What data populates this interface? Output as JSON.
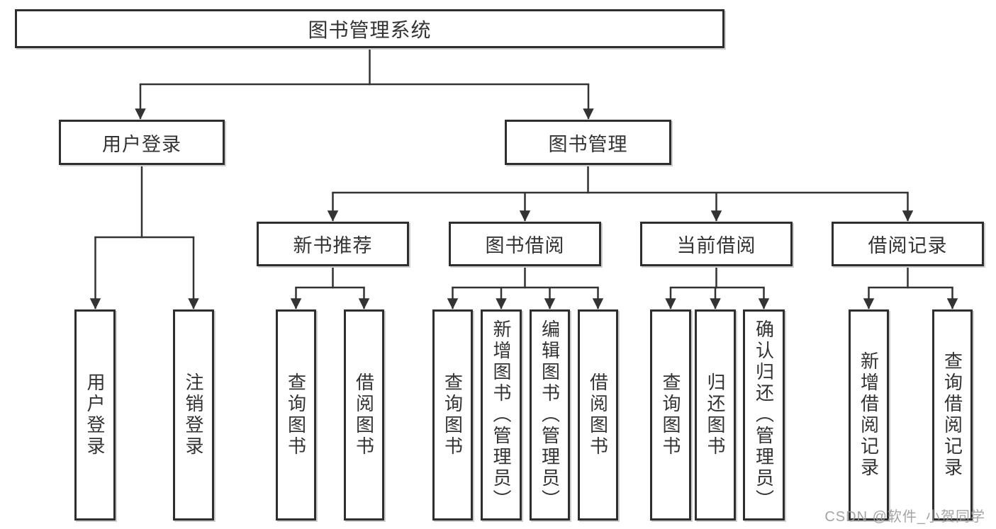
{
  "colors": {
    "line": "#333333",
    "box_border": "#2e2e2e",
    "box_fill": "#ffffff",
    "text": "#333333",
    "watermark_text_color": "#9b9b9b"
  },
  "tree": {
    "root": {
      "label": "图书管理系统"
    },
    "branches": [
      {
        "label": "用户登录",
        "children": [
          {
            "label": "用户登录"
          },
          {
            "label": "注销登录"
          }
        ]
      },
      {
        "label": "图书管理",
        "children": [
          {
            "label": "新书推荐",
            "children": [
              {
                "label": "查询图书"
              },
              {
                "label": "借阅图书"
              }
            ]
          },
          {
            "label": "图书借阅",
            "children": [
              {
                "label": "查询图书"
              },
              {
                "label": "新增图书（管理员）"
              },
              {
                "label": "编辑图书（管理员）"
              },
              {
                "label": "借阅图书"
              }
            ]
          },
          {
            "label": "当前借阅",
            "children": [
              {
                "label": "查询图书"
              },
              {
                "label": "归还图书"
              },
              {
                "label": "确认归还（管理员）"
              }
            ]
          },
          {
            "label": "借阅记录",
            "children": [
              {
                "label": "新增借阅记录"
              },
              {
                "label": "查询借阅记录"
              }
            ]
          }
        ]
      }
    ]
  },
  "watermark": {
    "text": "CSDN @软件_小贺同学"
  }
}
